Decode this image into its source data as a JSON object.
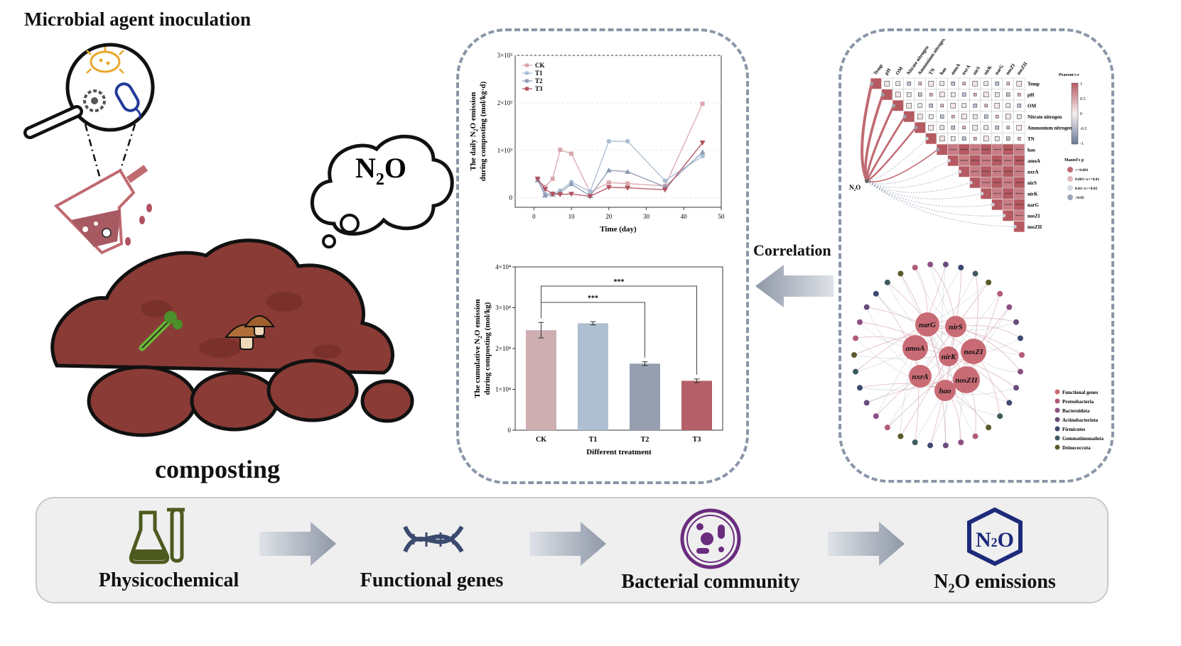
{
  "left_panel": {
    "title": "Microbial agent inoculation",
    "compost_label": "composting",
    "cloud_text_main": "N",
    "cloud_text_sub": "2",
    "cloud_text_end": "O"
  },
  "correlation_label": "Correlation",
  "chart_data": [
    {
      "type": "line",
      "xlabel": "Time (day)",
      "ylabel_line1": "The daily N",
      "ylabel_sub": "2",
      "ylabel_line1_end": "O emission",
      "ylabel_line2": "during composting (mol/kg·d)",
      "xlim": [
        -5,
        50
      ],
      "ylim": [
        -200,
        3000
      ],
      "x_ticks": [
        0,
        10,
        20,
        30,
        40,
        50
      ],
      "y_ticks": [
        {
          "value": 0,
          "label": "0"
        },
        {
          "value": 1000,
          "label": "1×10³"
        },
        {
          "value": 2000,
          "label": "2×10³"
        },
        {
          "value": 3000,
          "label": "3×10³"
        }
      ],
      "x": [
        1,
        3,
        5,
        7,
        10,
        15,
        20,
        25,
        35,
        45
      ],
      "series": [
        {
          "name": "CK",
          "color": "#d9a7ad",
          "marker": "square",
          "values": [
            380,
            230,
            400,
            1010,
            930,
            120,
            320,
            300,
            250,
            1980
          ]
        },
        {
          "name": "T1",
          "color": "#a9bdd3",
          "marker": "circle",
          "values": [
            400,
            80,
            90,
            150,
            330,
            130,
            1190,
            1190,
            360,
            880
          ]
        },
        {
          "name": "T2",
          "color": "#8f9bb3",
          "marker": "triangle-up",
          "values": [
            370,
            50,
            70,
            110,
            290,
            40,
            580,
            550,
            230,
            960
          ]
        },
        {
          "name": "T3",
          "color": "#b0515f",
          "marker": "triangle-down",
          "values": [
            400,
            180,
            80,
            70,
            80,
            30,
            220,
            210,
            170,
            1160
          ]
        }
      ]
    },
    {
      "type": "bar",
      "xlabel": "Different treatment",
      "ylabel_line1": "The cumulative N",
      "ylabel_sub": "2",
      "ylabel_line1_end": "O emission",
      "ylabel_line2": "during composting (mol/kg)",
      "categories": [
        "CK",
        "T1",
        "T2",
        "T3"
      ],
      "values": [
        24500,
        26200,
        16300,
        12100
      ],
      "errors": [
        1900,
        400,
        450,
        450
      ],
      "colors": [
        "#cfaeb2",
        "#adbfd0",
        "#959fb0",
        "#b45f69"
      ],
      "ylim": [
        0,
        40000
      ],
      "y_ticks": [
        {
          "value": 0,
          "label": "0"
        },
        {
          "value": 10000,
          "label": "1×10⁴"
        },
        {
          "value": 20000,
          "label": "2×10⁴"
        },
        {
          "value": 30000,
          "label": "3×10⁴"
        },
        {
          "value": 40000,
          "label": "4×10⁴"
        }
      ],
      "significance": [
        {
          "from": "CK",
          "to": "T2",
          "label": "***"
        },
        {
          "from": "CK",
          "to": "T3",
          "label": "***"
        }
      ]
    }
  ],
  "heatmap": {
    "variables": [
      "Temp",
      "pH",
      "OM",
      "Nitrate nitrogen",
      "Ammonium nitrogen",
      "TN",
      "hao",
      "amoA",
      "nxrA",
      "nirS",
      "nirK",
      "narG",
      "nosZI",
      "nosZII"
    ],
    "source_label": "N₂O",
    "stars": "****",
    "legend_r_title": "Pearson's r",
    "legend_r_ticks": [
      "1",
      "0.5",
      "0",
      "-0.5",
      "-1"
    ],
    "legend_p_title": "Mantel's p",
    "legend_p_items": [
      "<=0.001",
      "0.001<x<=0.01",
      "0.01<x<=0.05",
      ">0.05"
    ],
    "legend_p_colors": [
      "#c06a72",
      "#e0b8bc",
      "#d7dbe2",
      "#9aa5b8"
    ]
  },
  "network": {
    "gene_nodes": [
      "narG",
      "nirS",
      "amoA",
      "nirK",
      "nosZI",
      "nxrA",
      "nosZII",
      "hao"
    ],
    "legend": [
      {
        "label": "Functional genes",
        "color": "#c96b75"
      },
      {
        "label": "Proteobacteria",
        "color": "#b25a7a"
      },
      {
        "label": "Bacteroidota",
        "color": "#8d4f82"
      },
      {
        "label": "Actinobacteriota",
        "color": "#6a4c7c"
      },
      {
        "label": "Firmicutes",
        "color": "#3e4a6e"
      },
      {
        "label": "Gemmatimonadota",
        "color": "#3f5a5e"
      },
      {
        "label": "Deinococcota",
        "color": "#5b5a2a"
      }
    ]
  },
  "flow": {
    "steps": [
      {
        "label": "Physicochemical"
      },
      {
        "label": "Functional genes"
      },
      {
        "label": "Bacterial community"
      },
      {
        "label_main": "N",
        "label_sub": "2",
        "label_end": "O emissions"
      }
    ],
    "badge_main": "N",
    "badge_sub": "2",
    "badge_end": "O"
  },
  "colors": {
    "soil": "#8a3b35",
    "soil_dark": "#5e2420",
    "dash": "#8a96a8",
    "arrow": "#a7adb7",
    "purple": "#6a2c7e",
    "navy": "#1d2a7a",
    "olive": "#4c5a1e"
  }
}
